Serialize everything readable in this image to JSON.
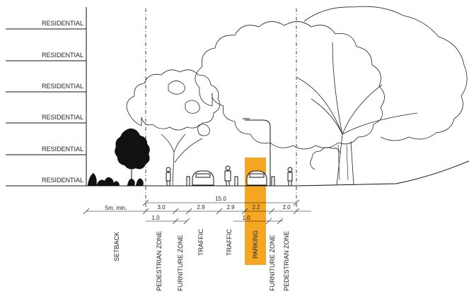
{
  "diagram": {
    "floors": [
      "RESIDENTIAL",
      "RESIDENTIAL",
      "RESIDENTIAL",
      "RESIDENTIAL",
      "RESIDENTIAL",
      "RESIDENTIAL"
    ],
    "dimensions": {
      "total": "15.0",
      "setback": "5m. min.",
      "pedestrian_left": "3.0",
      "furniture_left": "1.0",
      "traffic_left": "2.9",
      "traffic_right": "2.9",
      "parking": "2.2",
      "furniture_right": "1.0",
      "pedestrian_right": "2.0"
    },
    "zones": [
      "SETBACK",
      "PEDESTRIAN ZONE",
      "FURNITURE ZONE",
      "TRAFFIC",
      "TRAFFIC",
      "PARKING",
      "FURNITURE ZONE",
      "PEDESTRIAN ZONE"
    ],
    "highlight_color": "#F5A623"
  }
}
